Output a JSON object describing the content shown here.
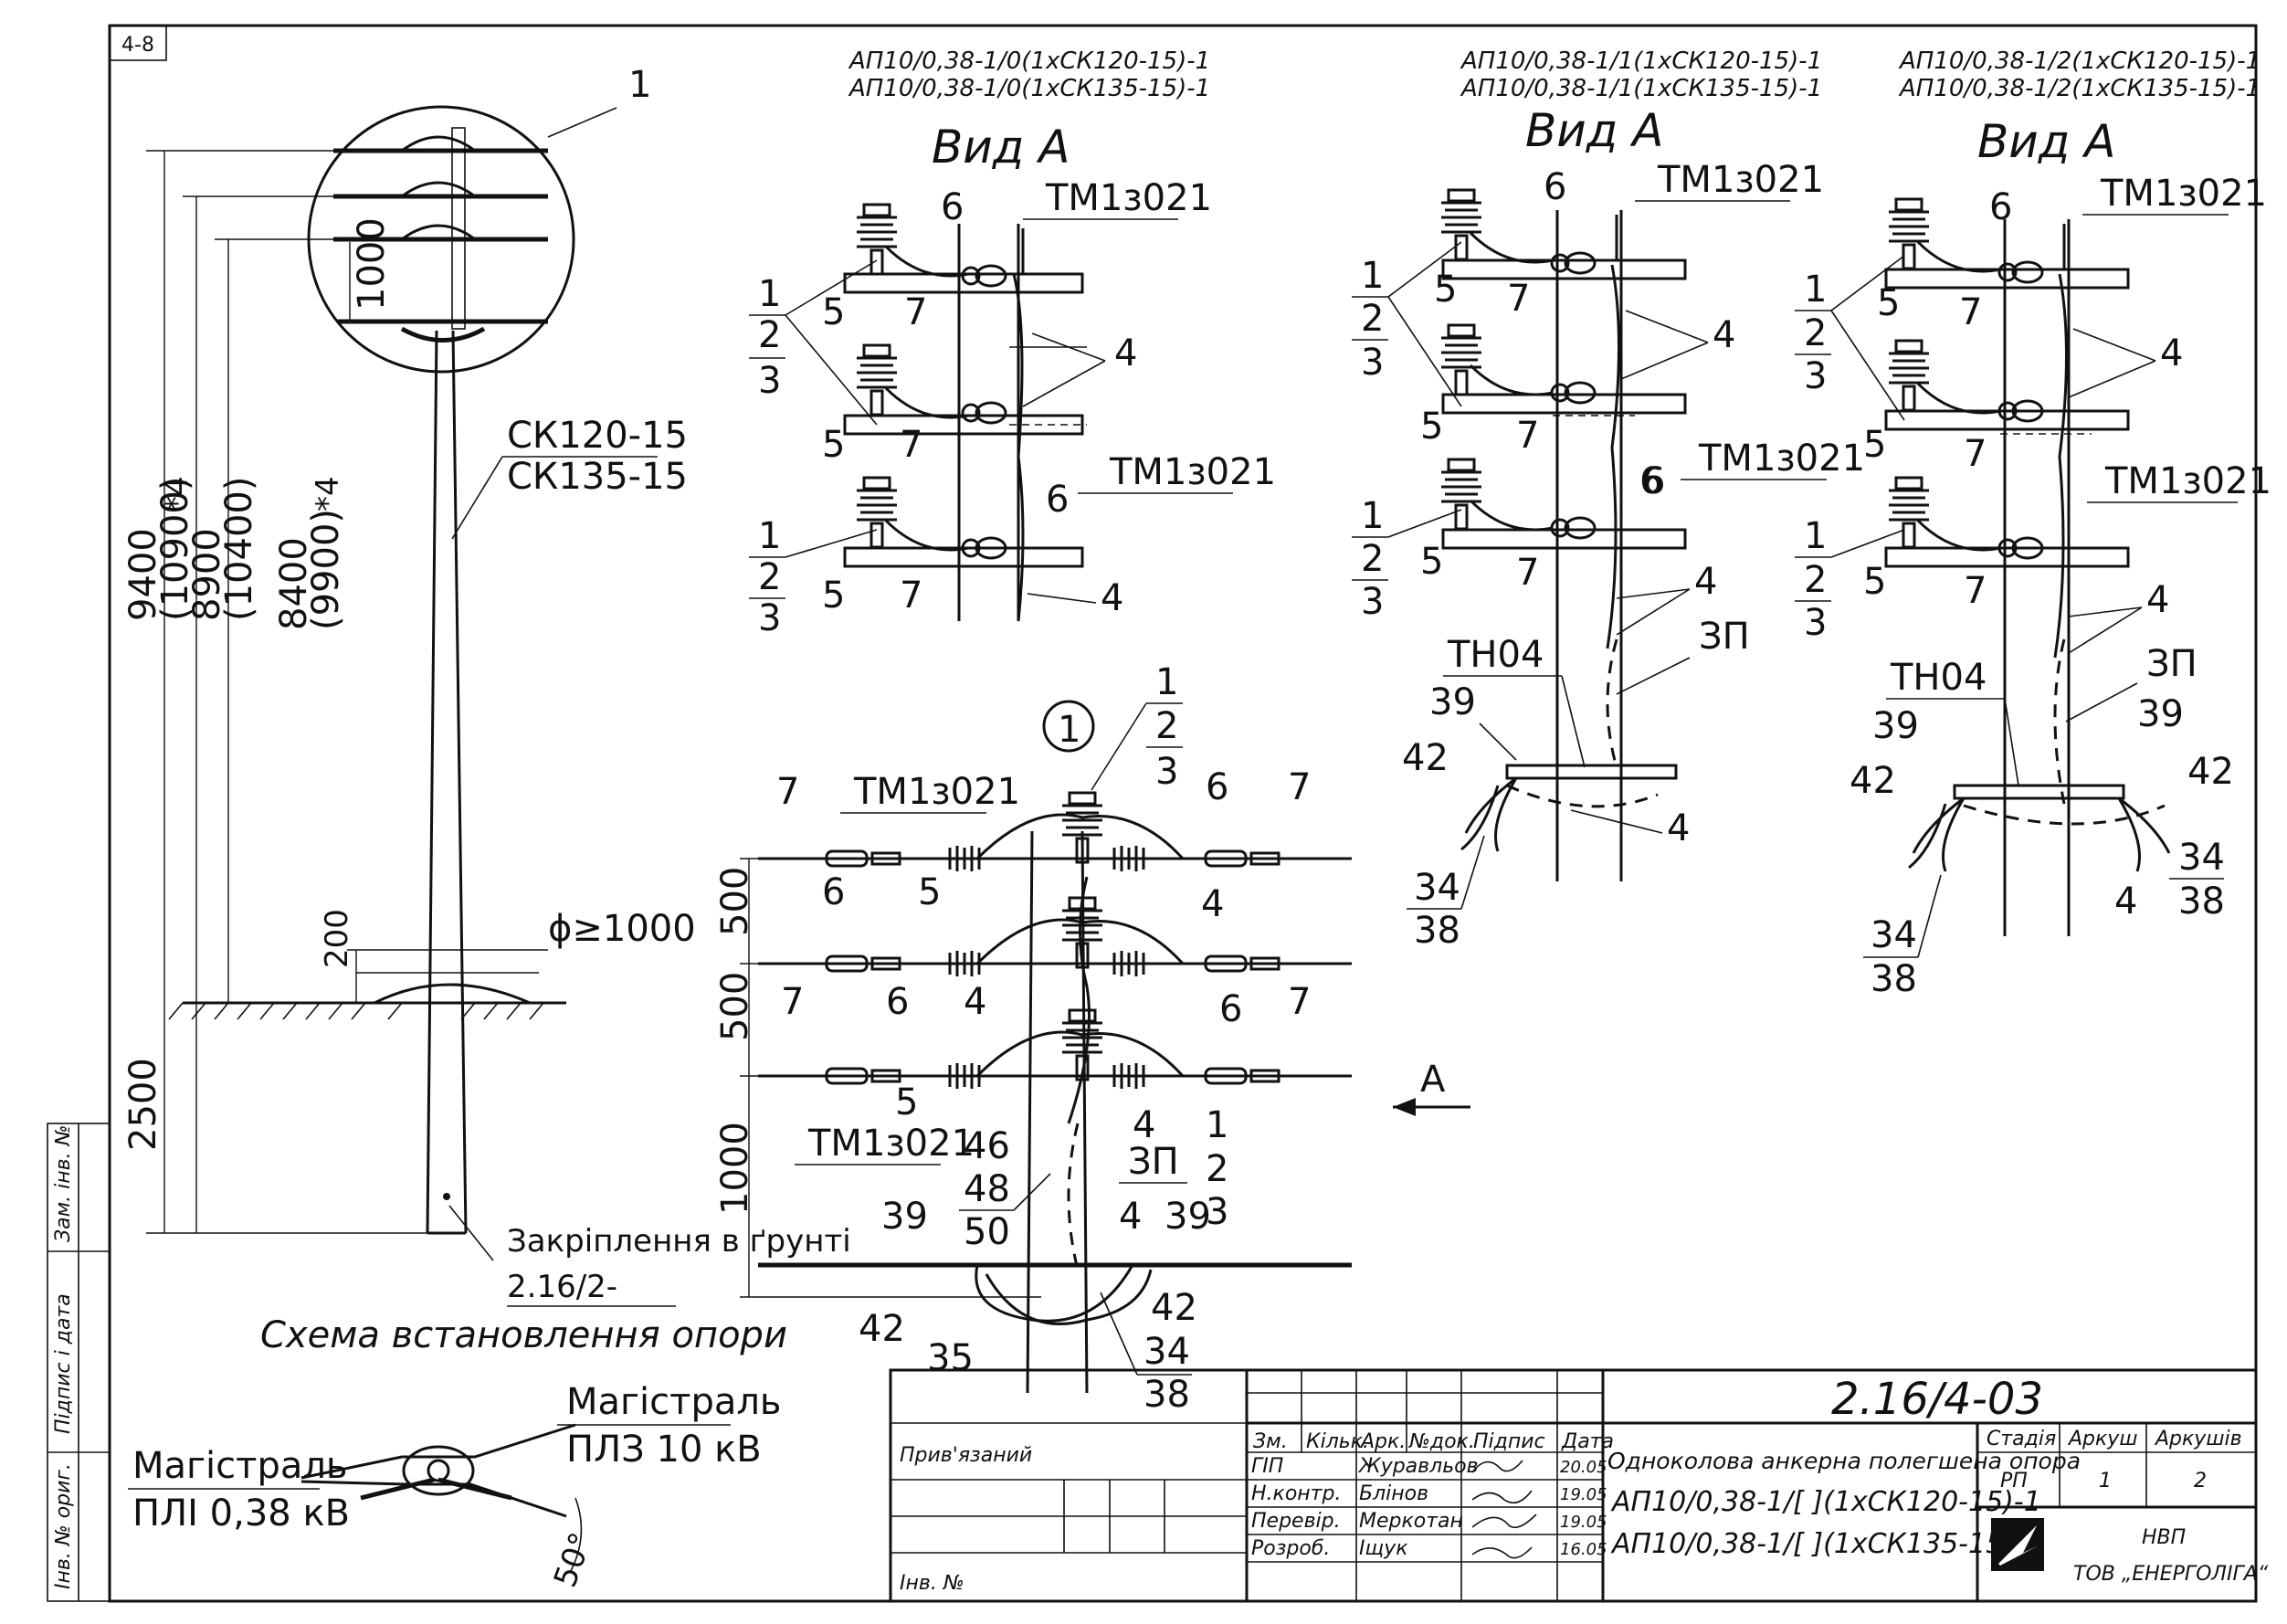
{
  "sheet_code": "4-8",
  "views": [
    {
      "title_line1": "АП10/0,38-1/0(1хСК120-15)-1",
      "title_line2": "АП10/0,38-1/0(1хСК135-15)-1",
      "heading": "Вид А"
    },
    {
      "title_line1": "АП10/0,38-1/1(1хСК120-15)-1",
      "title_line2": "АП10/0,38-1/1(1хСК135-15)-1",
      "heading": "Вид А"
    },
    {
      "title_line1": "АП10/0,38-1/2(1хСК120-15)-1",
      "title_line2": "АП10/0,38-1/2(1хСК135-15)-1",
      "heading": "Вид А"
    }
  ],
  "labels": {
    "tm": "ТМ1з021",
    "tn": "ТН04",
    "zp": "ЗП",
    "sk120": "СК120-15",
    "sk135": "СК135-15",
    "phi": "ϕ≥1000",
    "view_arrow": "А",
    "detail": "1",
    "soil_fix": "Закріплення в ґрунті",
    "soil_ref": "2.16/2-",
    "scheme_title": "Схема встановлення опори",
    "mag_left_1": "Магістраль",
    "mag_left_2": "ПЛІ 0,38 кВ",
    "mag_right_1": "Магістраль",
    "mag_right_2": "ПЛЗ 10 кВ",
    "angle": "50°"
  },
  "dimensions": {
    "d9400": "9400",
    "d10900": "(10900)",
    "d8900": "8900",
    "d10400": "(10400)",
    "d8400": "8400",
    "d9900": "(9900)",
    "star4": "*4",
    "d1000": "1000",
    "d200": "200",
    "d2500": "2500",
    "d500a": "500",
    "d500b": "500",
    "d1000b": "1000"
  },
  "callouts": [
    "1",
    "2",
    "3",
    "4",
    "5",
    "6",
    "7",
    "34",
    "35",
    "38",
    "39",
    "42",
    "46",
    "48",
    "50"
  ],
  "stamp": {
    "side_cols": [
      "Інв. № ориг.",
      "Підпис і дата",
      "Зам. інв. №"
    ],
    "attached": "Прив'язаний",
    "inv": "Інв. №",
    "code": "2.16/4-03",
    "headers": [
      "Зм.",
      "Кільк.",
      "Арк.",
      "№док.",
      "Підпис",
      "Дата"
    ],
    "rows": [
      {
        "role": "ГІП",
        "name": "Журавльов",
        "date": "20.05"
      },
      {
        "role": "Н.контр.",
        "name": "Блінов",
        "date": "19.05"
      },
      {
        "role": "Перевір.",
        "name": "Меркотан",
        "date": "19.05"
      },
      {
        "role": "Розроб.",
        "name": "Іщук",
        "date": "16.05"
      }
    ],
    "title1": "Одноколова анкерна полегшена опора",
    "title2": "АП10/0,38-1/[ ](1хСК120-15)-1",
    "title3": "АП10/0,38-1/[ ](1хСК135-15)-1",
    "stage_h": "Стадія",
    "sheet_h": "Аркуш",
    "sheets_h": "Аркушів",
    "stage": "РП",
    "sheet": "1",
    "sheets": "2",
    "org1": "НВП",
    "org2": "ТОВ „ЕНЕРГОЛІГА“"
  }
}
